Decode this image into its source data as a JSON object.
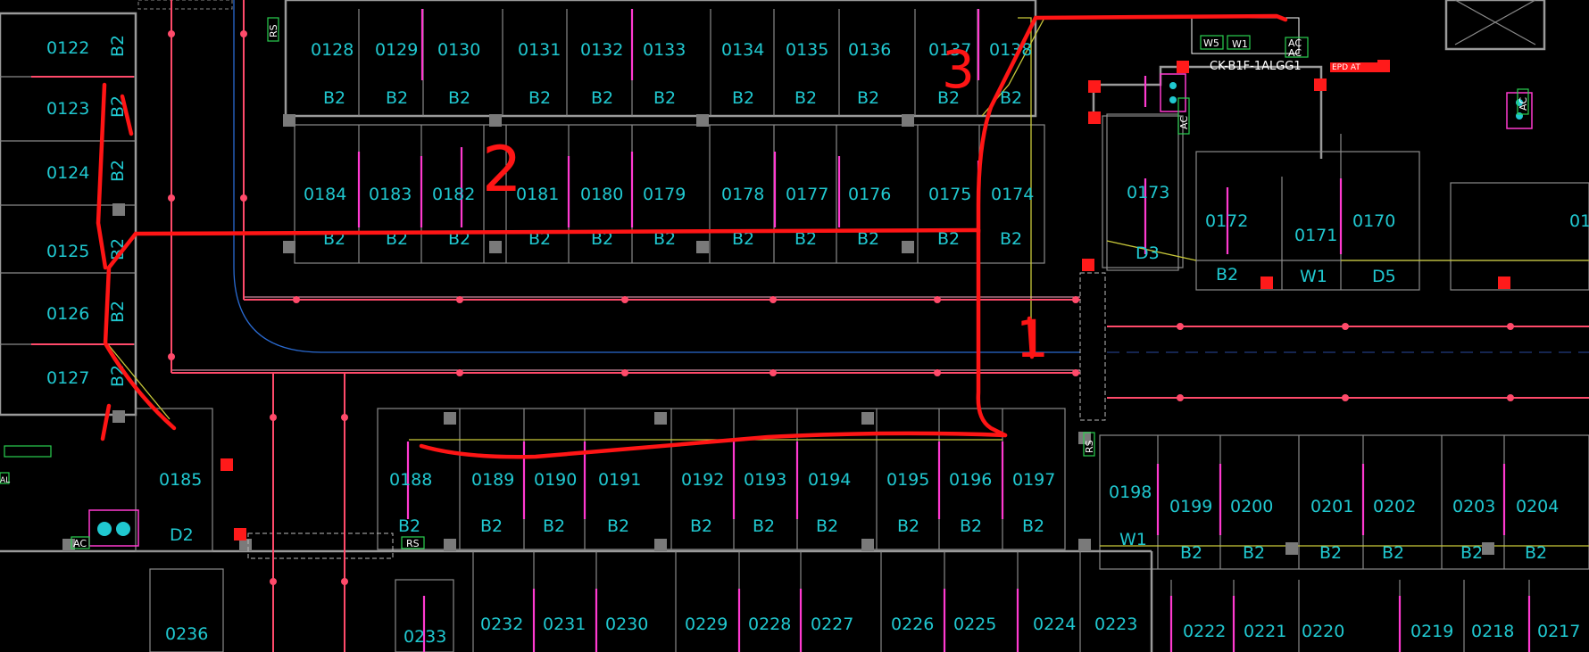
{
  "rooms": {
    "r0122": "0122",
    "r0123": "0123",
    "r0124": "0124",
    "r0125": "0125",
    "r0126": "0126",
    "r0127": "0127",
    "r0128": "0128",
    "r0129": "0129",
    "r0130": "0130",
    "r0131": "0131",
    "r0132": "0132",
    "r0133": "0133",
    "r0134": "0134",
    "r0135": "0135",
    "r0136": "0136",
    "r0137": "0137",
    "r0138": "0138",
    "r0184": "0184",
    "r0183": "0183",
    "r0182": "0182",
    "r0181": "0181",
    "r0180": "0180",
    "r0179": "0179",
    "r0178": "0178",
    "r0177": "0177",
    "r0176": "0176",
    "r0175": "0175",
    "r0174": "0174",
    "r0173": "0173",
    "r0172": "0172",
    "r0171": "0171",
    "r0170": "0170",
    "r01x": "01",
    "r0185": "0185",
    "r0188": "0188",
    "r0189": "0189",
    "r0190": "0190",
    "r0191": "0191",
    "r0192": "0192",
    "r0193": "0193",
    "r0194": "0194",
    "r0195": "0195",
    "r0196": "0196",
    "r0197": "0197",
    "r0198": "0198",
    "r0199": "0199",
    "r0200": "0200",
    "r0201": "0201",
    "r0202": "0202",
    "r0203": "0203",
    "r0204": "0204",
    "r0236": "0236",
    "r0233": "0233",
    "r0232": "0232",
    "r0231": "0231",
    "r0230": "0230",
    "r0229": "0229",
    "r0228": "0228",
    "r0227": "0227",
    "r0226": "0226",
    "r0225": "0225",
    "r0224": "0224",
    "r0223": "0223",
    "r0222": "0222",
    "r0221": "0221",
    "r0220": "0220",
    "r0219": "0219",
    "r0218": "0218",
    "r0217": "0217"
  },
  "tags": {
    "b2": "B2",
    "d2": "D2",
    "d3": "D3",
    "d5": "D5",
    "w1": "W1",
    "w5": "W5",
    "ac": "AC",
    "rs": "RS",
    "epd_at": "EPD AT",
    "al": "AL"
  },
  "panel_id": "CK-B1F-1ALGG1",
  "handwritten": {
    "n1": "1",
    "n2": "2",
    "n3": "3"
  },
  "colors": {
    "background": "#000000",
    "room_label": "#20c8d0",
    "markup": "#ff1515",
    "pipe": "#ff4a6a",
    "wall": "#9a9a9a",
    "guide": "#c9c93a"
  }
}
